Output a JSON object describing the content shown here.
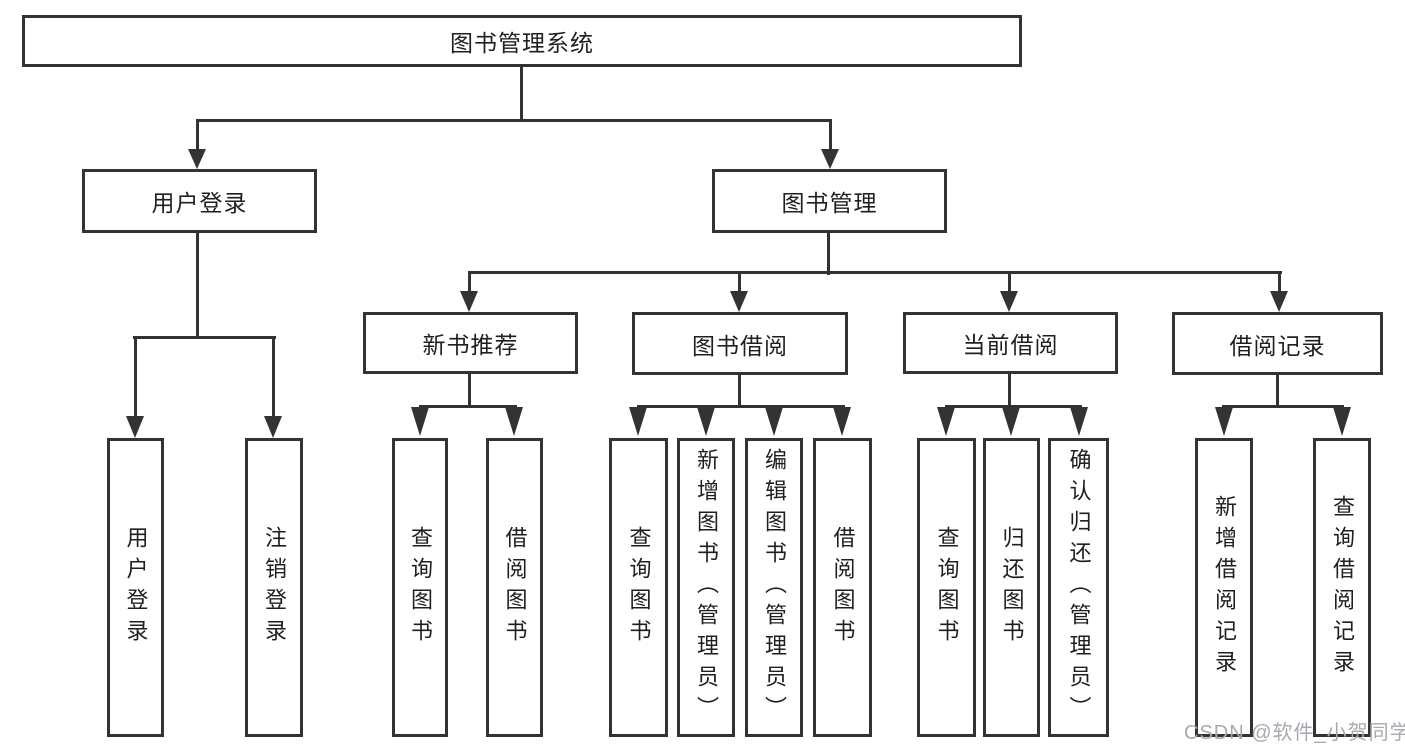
{
  "tree": {
    "label": "图书管理系统",
    "children": [
      {
        "label": "用户登录",
        "children": [
          {
            "label": "用户登录"
          },
          {
            "label": "注销登录"
          }
        ]
      },
      {
        "label": "图书管理",
        "children": [
          {
            "label": "新书推荐",
            "children": [
              {
                "label": "查询图书"
              },
              {
                "label": "借阅图书"
              }
            ]
          },
          {
            "label": "图书借阅",
            "children": [
              {
                "label": "查询图书"
              },
              {
                "label": "新增图书（管理员）"
              },
              {
                "label": "编辑图书（管理员）"
              },
              {
                "label": "借阅图书"
              }
            ]
          },
          {
            "label": "当前借阅",
            "children": [
              {
                "label": "查询图书"
              },
              {
                "label": "归还图书"
              },
              {
                "label": "确认归还（管理员）"
              }
            ]
          },
          {
            "label": "借阅记录",
            "children": [
              {
                "label": "新增借阅记录"
              },
              {
                "label": "查询借阅记录"
              }
            ]
          }
        ]
      }
    ]
  },
  "watermark": "CSDN @软件_小贺同学",
  "colors": {
    "line": "#333333",
    "text": "#1f1f1f",
    "watermark": "#a6aab0",
    "background": "#ffffff"
  }
}
